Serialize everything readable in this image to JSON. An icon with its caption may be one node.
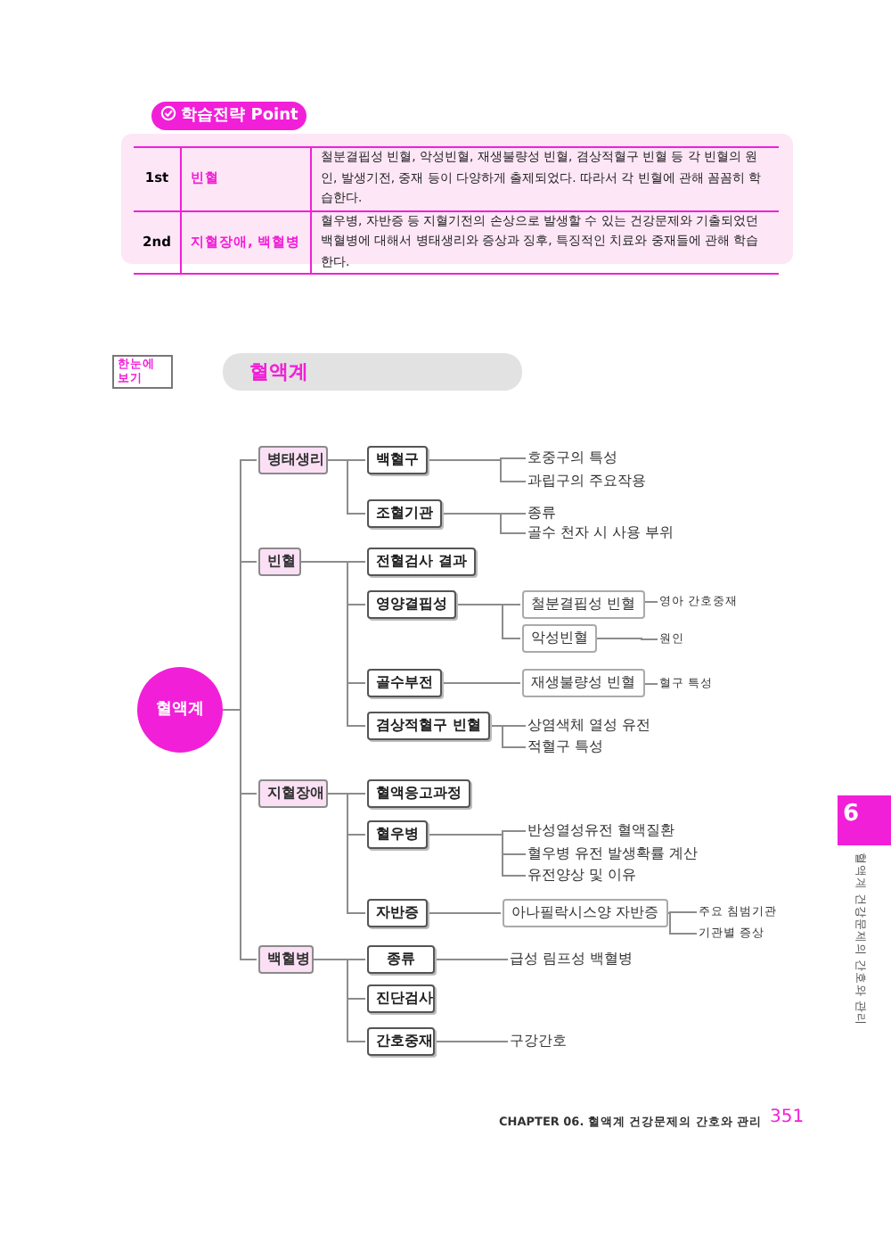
{
  "diagram": {
    "title": "혈액계",
    "nodes": [
      {
        "text": [
          "혈액계"
        ]
      },
      {
        "text": [
          "병태생리"
        ]
      },
      {
        "text": [
          "빈혈"
        ]
      },
      {
        "text": [
          "지혈장애"
        ]
      },
      {
        "text": [
          "백혈병"
        ]
      },
      {
        "text": [
          "백혈구"
        ]
      },
      {
        "text": [
          "조혈기관"
        ]
      },
      {
        "text": [
          "전혈검사 결과"
        ]
      },
      {
        "text": [
          "영양결핍성"
        ]
      },
      {
        "text": [
          "골수부전"
        ]
      },
      {
        "text": [
          "겸상적혈구 빈혈"
        ]
      },
      {
        "text": [
          "혈액응고과정"
        ]
      },
      {
        "text": [
          "혈우병"
        ]
      },
      {
        "text": [
          "자반증"
        ]
      },
      {
        "text": [
          "종류"
        ]
      },
      {
        "text": [
          "진단검사"
        ]
      },
      {
        "text": [
          "간호중재"
        ]
      },
      {
        "text": [
          "호중구의 특성"
        ]
      },
      {
        "text": [
          "과립구의 주요작용"
        ]
      },
      {
        "text": [
          "종류"
        ]
      },
      {
        "text": [
          "골수 천자 시 사용 부위"
        ]
      },
      {
        "text": [
          "철분결핍성 빈혈"
        ]
      },
      {
        "text": [
          "영아 간호중재"
        ]
      },
      {
        "text": [
          "악성빈혈"
        ]
      },
      {
        "text": [
          "원인"
        ]
      },
      {
        "text": [
          "재생불량성 빈혈"
        ]
      },
      {
        "text": [
          "혈구 특성"
        ]
      },
      {
        "text": [
          "상염색체 열성 유전"
        ]
      },
      {
        "text": [
          "적혈구 특성"
        ]
      },
      {
        "text": [
          "반성열성유전 혈액질환"
        ]
      },
      {
        "text": [
          "혈우병 유전 발생확률 계산"
        ]
      },
      {
        "text": [
          "유전양상 및 이유"
        ]
      },
      {
        "text": [
          "아나필락시스양 자반증"
        ]
      },
      {
        "text": [
          "주요 침범기관"
        ]
      },
      {
        "text": [
          "기관별 증상"
        ]
      },
      {
        "text": [
          "급성 림프성 백혈병"
        ]
      },
      {
        "text": [
          "구강간호"
        ]
      }
    ],
    "edges": [
      {
        "from": 0,
        "to": 1,
        "arrow": "none"
      },
      {
        "from": 0,
        "to": 2,
        "arrow": "none"
      },
      {
        "from": 0,
        "to": 3,
        "arrow": "none"
      },
      {
        "from": 0,
        "to": 4,
        "arrow": "none"
      },
      {
        "from": 1,
        "to": 5,
        "arrow": "none"
      },
      {
        "from": 1,
        "to": 6,
        "arrow": "none"
      },
      {
        "from": 5,
        "to": 17,
        "arrow": "none"
      },
      {
        "from": 5,
        "to": 18,
        "arrow": "none"
      },
      {
        "from": 6,
        "to": 19,
        "arrow": "none"
      },
      {
        "from": 6,
        "to": 20,
        "arrow": "none"
      },
      {
        "from": 2,
        "to": 7,
        "arrow": "none"
      },
      {
        "from": 2,
        "to": 8,
        "arrow": "none"
      },
      {
        "from": 2,
        "to": 9,
        "arrow": "none"
      },
      {
        "from": 2,
        "to": 10,
        "arrow": "none"
      },
      {
        "from": 8,
        "to": 21,
        "arrow": "none"
      },
      {
        "from": 21,
        "to": 22,
        "arrow": "none"
      },
      {
        "from": 8,
        "to": 23,
        "arrow": "none"
      },
      {
        "from": 23,
        "to": 24,
        "arrow": "none"
      },
      {
        "from": 9,
        "to": 25,
        "arrow": "none"
      },
      {
        "from": 25,
        "to": 26,
        "arrow": "none"
      },
      {
        "from": 10,
        "to": 27,
        "arrow": "none"
      },
      {
        "from": 10,
        "to": 28,
        "arrow": "none"
      },
      {
        "from": 3,
        "to": 11,
        "arrow": "none"
      },
      {
        "from": 3,
        "to": 12,
        "arrow": "none"
      },
      {
        "from": 3,
        "to": 13,
        "arrow": "none"
      },
      {
        "from": 12,
        "to": 29,
        "arrow": "none"
      },
      {
        "from": 12,
        "to": 30,
        "arrow": "none"
      },
      {
        "from": 12,
        "to": 31,
        "arrow": "none"
      },
      {
        "from": 13,
        "to": 32,
        "arrow": "none"
      },
      {
        "from": 32,
        "to": 33,
        "arrow": "none"
      },
      {
        "from": 32,
        "to": 34,
        "arrow": "none"
      },
      {
        "from": 4,
        "to": 14,
        "arrow": "none"
      },
      {
        "from": 4,
        "to": 15,
        "arrow": "none"
      },
      {
        "from": 4,
        "to": 16,
        "arrow": "none"
      },
      {
        "from": 14,
        "to": 35,
        "arrow": "none"
      },
      {
        "from": 16,
        "to": 36,
        "arrow": "none"
      }
    ],
    "labels": [
      "학습전략 Point",
      "1st",
      "빈혈",
      "철분결핍성 빈혈, 악성빈혈, 재생불량성 빈혈, 겸상적혈구 빈혈 등 각 빈혈의 원인, 발생기전, 중재 등이 다양하게 출제되었다. 따라서 각 빈혈에 관해 꼼꼼히 학습한다.",
      "2nd",
      "지혈장애, 백혈병",
      "혈우병, 자반증 등 지혈기전의 손상으로 발생할 수 있는 건강문제와 기출되었던 백혈병에 대해서 병태생리와 증상과 징후, 특징적인 치료와 중재들에 관해 학습한다.",
      "한눈에 보기",
      "6",
      "혈액계 건강문제의 간호와 관리",
      "CHAPTER 06. 혈액계 건강문제의 간호와 관리",
      "351"
    ]
  }
}
